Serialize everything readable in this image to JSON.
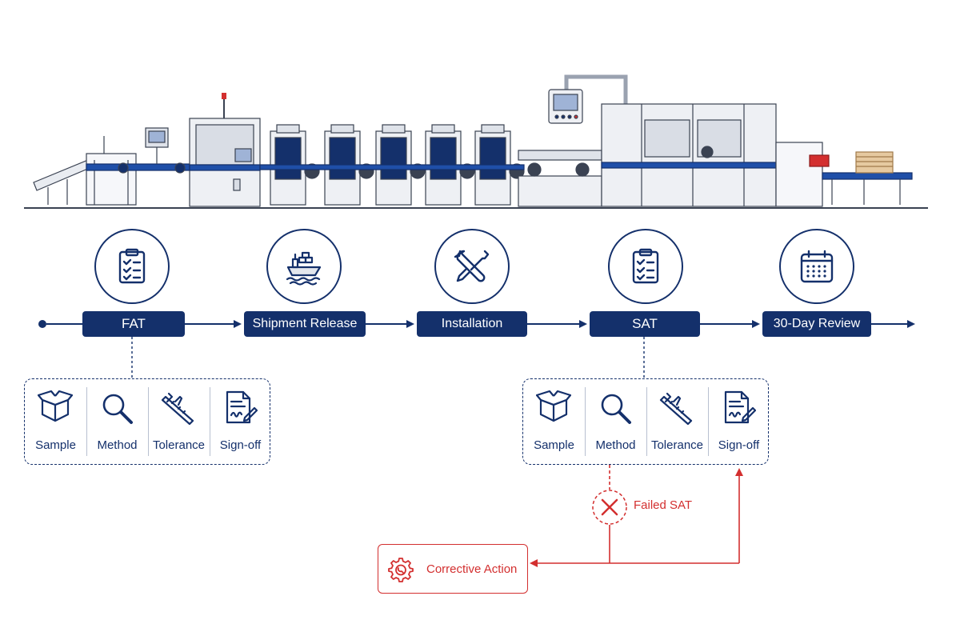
{
  "stages": [
    {
      "label": "FAT",
      "icon": "clipboard-checklist-icon"
    },
    {
      "label": "Shipment Release",
      "icon": "cargo-ship-icon"
    },
    {
      "label": "Installation",
      "icon": "wrench-screwdriver-icon"
    },
    {
      "label": "SAT",
      "icon": "clipboard-checklist-icon"
    },
    {
      "label": "30-Day Review",
      "icon": "calendar-icon"
    }
  ],
  "criteria": [
    {
      "label": "Sample",
      "icon": "box-icon"
    },
    {
      "label": "Method",
      "icon": "magnifier-icon"
    },
    {
      "label": "Tolerance",
      "icon": "caliper-icon"
    },
    {
      "label": "Sign-off",
      "icon": "signed-document-icon"
    }
  ],
  "failure": {
    "label": "Failed SAT",
    "icon": "x-circle-icon"
  },
  "corrective": {
    "label": "Corrective Action",
    "icon": "gear-wrench-icon"
  },
  "colors": {
    "navy": "#14306b",
    "accent_blue": "#1f4fa8",
    "red": "#d32f2f",
    "machine_grey": "#e9ecf1"
  }
}
